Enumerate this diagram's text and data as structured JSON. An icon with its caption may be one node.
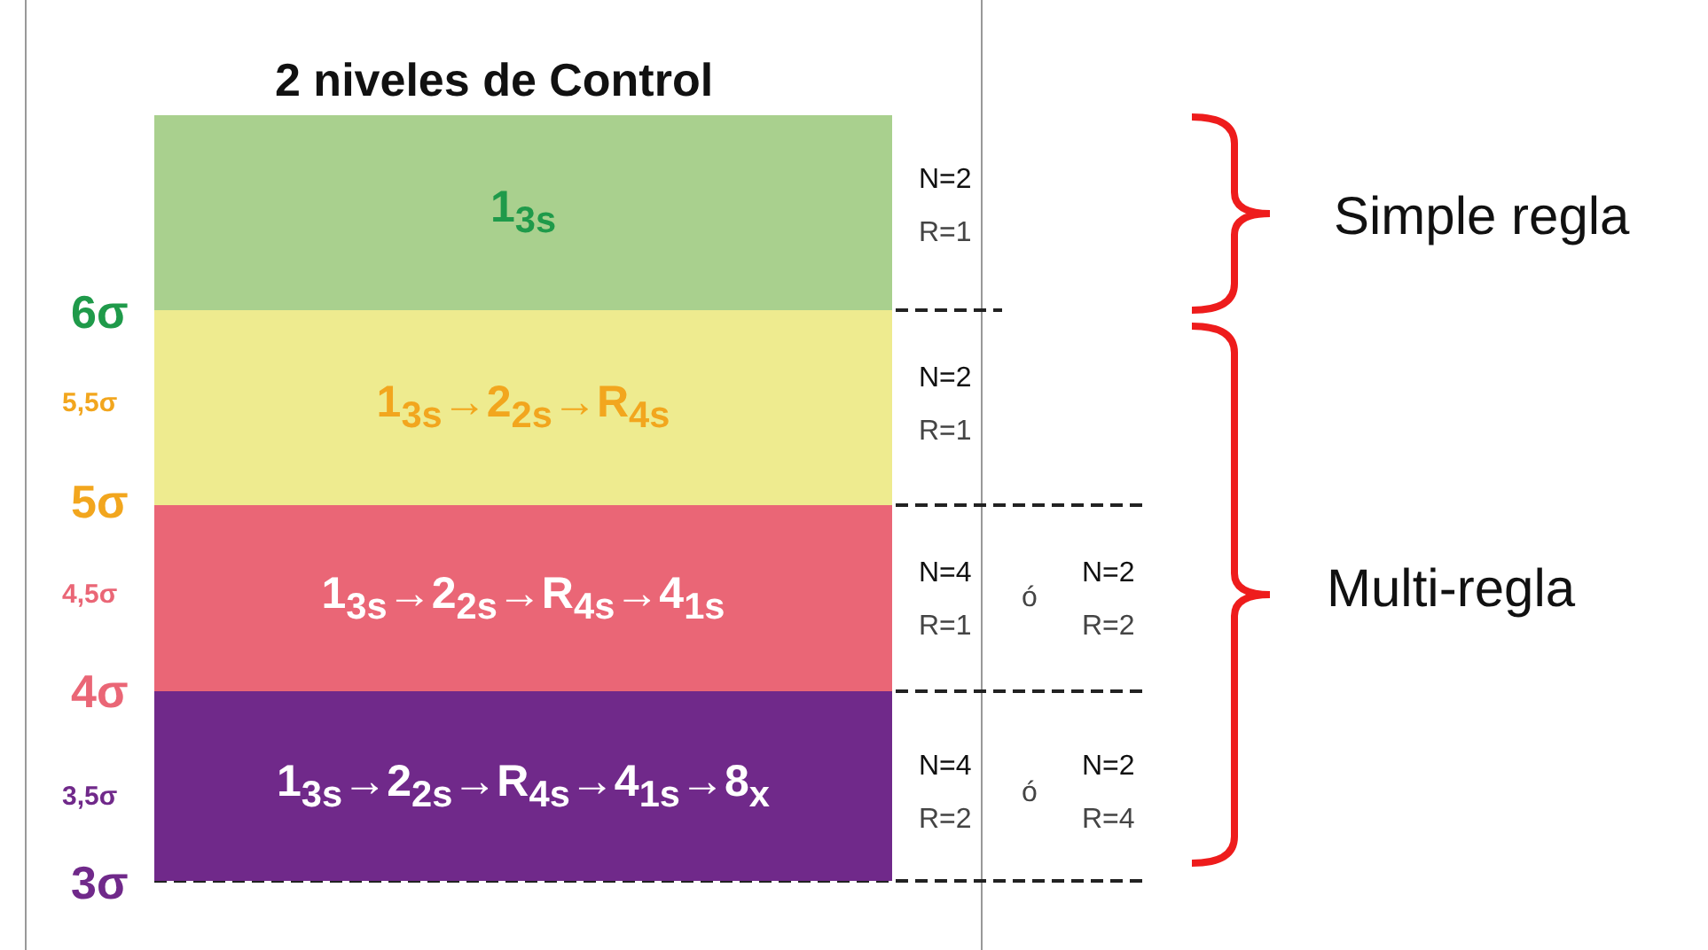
{
  "diagram": {
    "title": "2 niveles de Control",
    "nodes": [
      {
        "text": [
          "1$_{3s}$"
        ]
      },
      {
        "text": [
          "1$_{3s}$→2$_{2s}$→R$_{4s}$"
        ]
      },
      {
        "text": [
          "1$_{3s}$→2$_{2s}$→R$_{4s}$→4$_{1s}$"
        ]
      },
      {
        "text": [
          "1$_{3s}$→2$_{2s}$→R$_{4s}$→4$_{1s}$→8$_{x}$"
        ]
      }
    ],
    "edges": [],
    "labels": [
      "N=2",
      "R=1",
      "Simple regla",
      "6σ",
      "5,5σ",
      "N=2",
      "R=1",
      "5σ",
      "4,5σ",
      "N=4",
      "R=1",
      "ó",
      "N=2",
      "R=2",
      "Multi-regla",
      "4σ",
      "3,5σ",
      "N=4",
      "R=2",
      "ó",
      "N=2",
      "R=4",
      "3σ"
    ]
  }
}
